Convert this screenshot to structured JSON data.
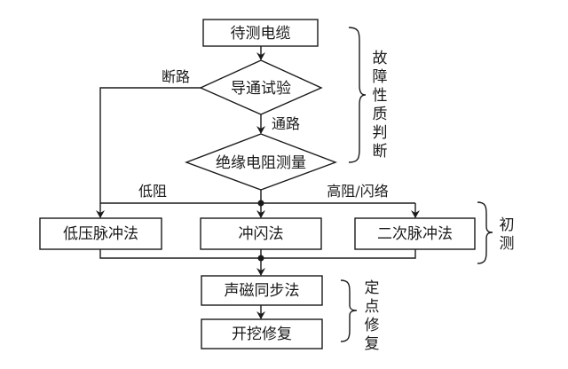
{
  "diagram": {
    "nodes": {
      "cable": {
        "label": "待测电缆",
        "shape": "rect"
      },
      "continuity": {
        "label": "导通试验",
        "shape": "diamond"
      },
      "insulation": {
        "label": "绝缘电阻测量",
        "shape": "diamond"
      },
      "low_voltage_pulse": {
        "label": "低压脉冲法",
        "shape": "rect"
      },
      "impulse_flash": {
        "label": "冲闪法",
        "shape": "rect"
      },
      "secondary_pulse": {
        "label": "二次脉冲法",
        "shape": "rect"
      },
      "acoustic_magnetic": {
        "label": "声磁同步法",
        "shape": "rect"
      },
      "excavate_repair": {
        "label": "开挖修复",
        "shape": "rect"
      }
    },
    "edge_labels": {
      "open_circuit": "断路",
      "closed_circuit": "通路",
      "low_resistance": "低阻",
      "high_resistance_flashover": "高阻/闪络"
    },
    "edges": [
      {
        "from": "cable",
        "to": "continuity"
      },
      {
        "from": "continuity",
        "to": "insulation",
        "label": "通路"
      },
      {
        "from": "continuity",
        "to": "low_voltage_pulse",
        "label": "断路"
      },
      {
        "from": "insulation",
        "to": "low_voltage_pulse",
        "label": "低阻"
      },
      {
        "from": "insulation",
        "to": "impulse_flash"
      },
      {
        "from": "insulation",
        "to": "secondary_pulse",
        "label": "高阻/闪络"
      },
      {
        "from": "low_voltage_pulse",
        "to": "acoustic_magnetic"
      },
      {
        "from": "impulse_flash",
        "to": "acoustic_magnetic"
      },
      {
        "from": "secondary_pulse",
        "to": "acoustic_magnetic"
      },
      {
        "from": "acoustic_magnetic",
        "to": "excavate_repair"
      }
    ],
    "groups": {
      "fault_nature": {
        "label": "故障性质判断",
        "chars": [
          "故",
          "障",
          "性",
          "质",
          "判",
          "断"
        ]
      },
      "initial_test": {
        "label": "初测",
        "chars": [
          "初",
          "测"
        ]
      },
      "pinpoint_repair": {
        "label": "定点修复",
        "chars": [
          "定",
          "点",
          "修",
          "复"
        ]
      }
    }
  }
}
